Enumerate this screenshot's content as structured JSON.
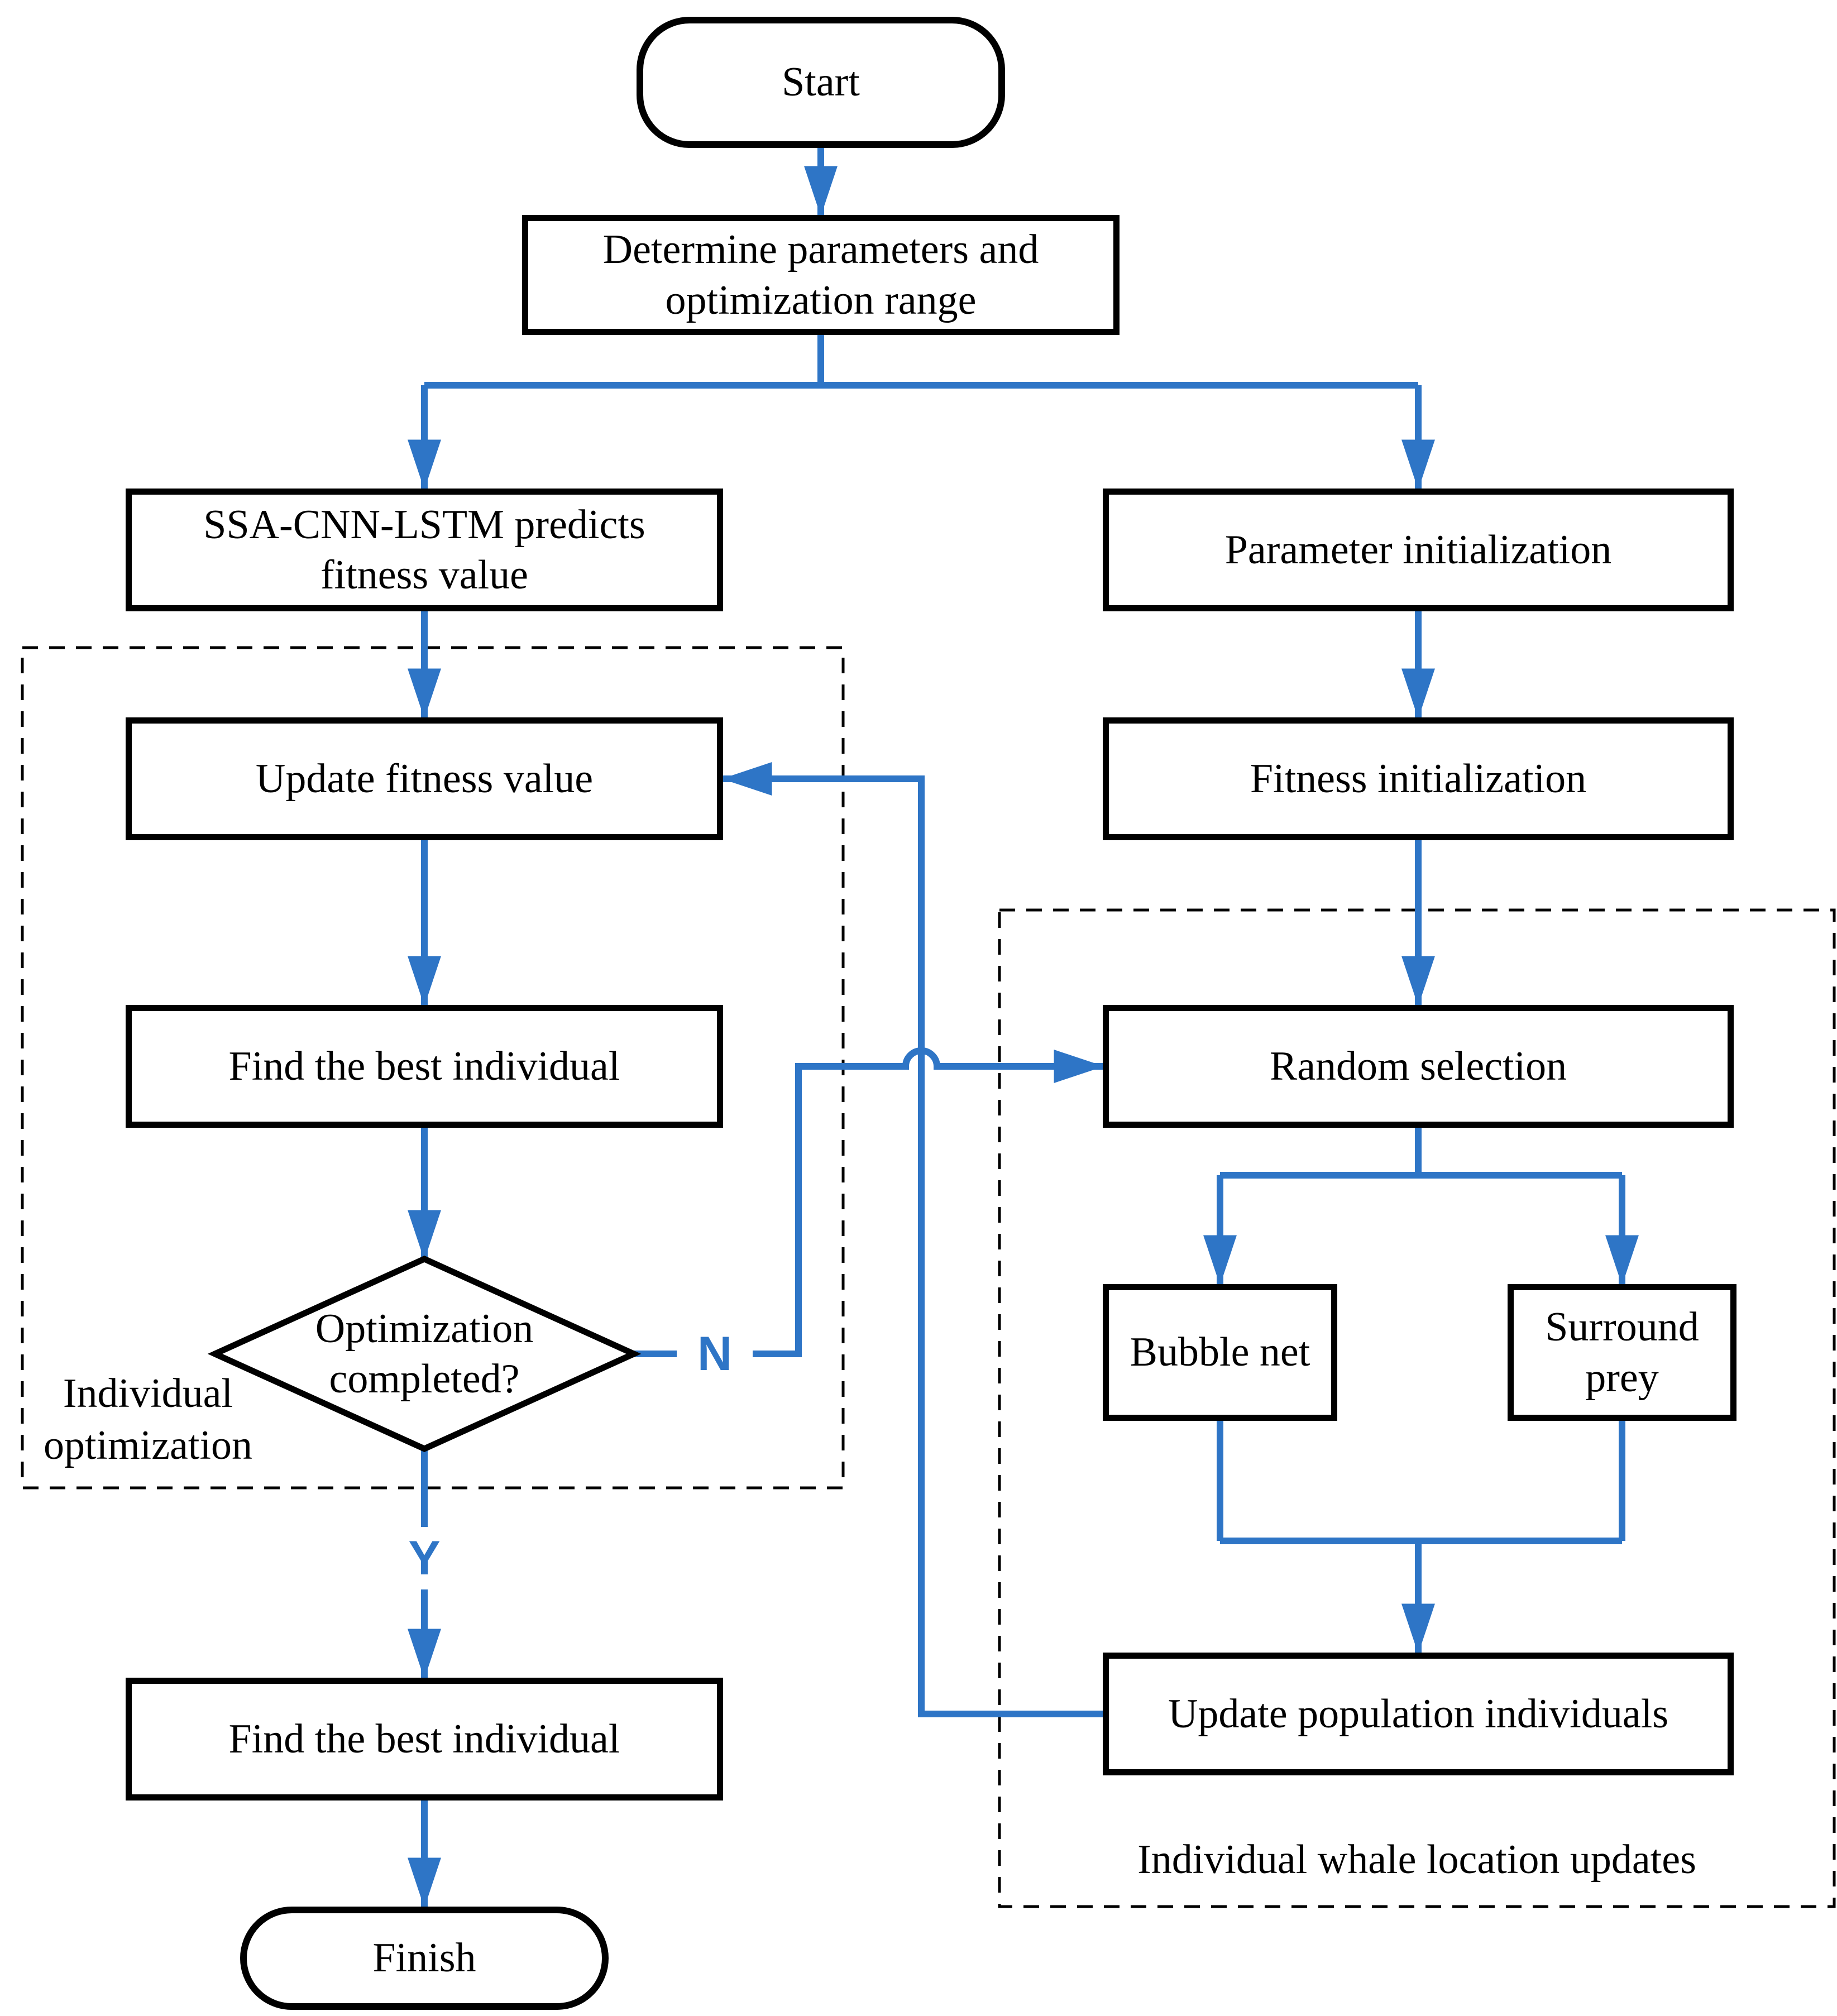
{
  "diagram": {
    "type": "flowchart",
    "accent_color": "#2E75C6",
    "nodes": {
      "start": "Start",
      "determine": "Determine parameters and optimization range",
      "ssa_predict": "SSA-CNN-LSTM predicts fitness value",
      "parameter_init": "Parameter initialization",
      "update_fitness": "Update fitness value",
      "fitness_init": "Fitness initialization",
      "find_best_1": "Find the best individual",
      "random_selection": "Random selection",
      "decision": "Optimization completed?",
      "bubble_net": "Bubble net",
      "surround_prey": "Surround prey",
      "find_best_2": "Find the best individual",
      "update_population": "Update population individuals",
      "finish": "Finish"
    },
    "edge_labels": {
      "no": "N",
      "yes": "Y"
    },
    "groups": {
      "individual_optimization": "Individual optimization",
      "whale_location_updates": "Individual whale location updates"
    }
  }
}
